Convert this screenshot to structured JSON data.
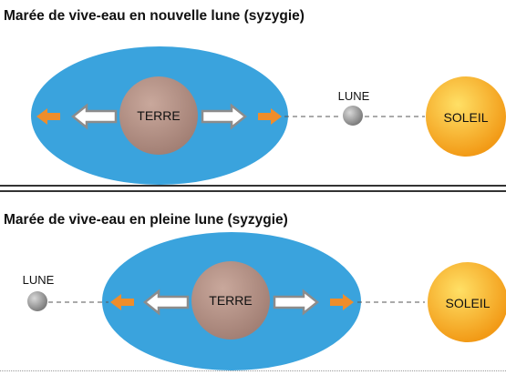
{
  "panels": [
    {
      "title": "Marée de vive-eau en nouvelle lune (syzygie)",
      "labels": {
        "earth": "TERRE",
        "moon": "LUNE",
        "sun": "SOLEIL"
      }
    },
    {
      "title": "Marée de vive-eau en pleine lune  (syzygie)",
      "labels": {
        "earth": "TERRE",
        "moon": "LUNE",
        "sun": "SOLEIL"
      }
    }
  ],
  "colors": {
    "water": "#3aa3dd",
    "earth": "#b38f83",
    "moon": "#9a9a9a",
    "sun_inner": "#ffd23a",
    "sun_outer": "#f29a16",
    "arrow_grey": "#8c8c8c",
    "arrow_orange": "#ef8d2a",
    "dashed_line": "#555555"
  }
}
